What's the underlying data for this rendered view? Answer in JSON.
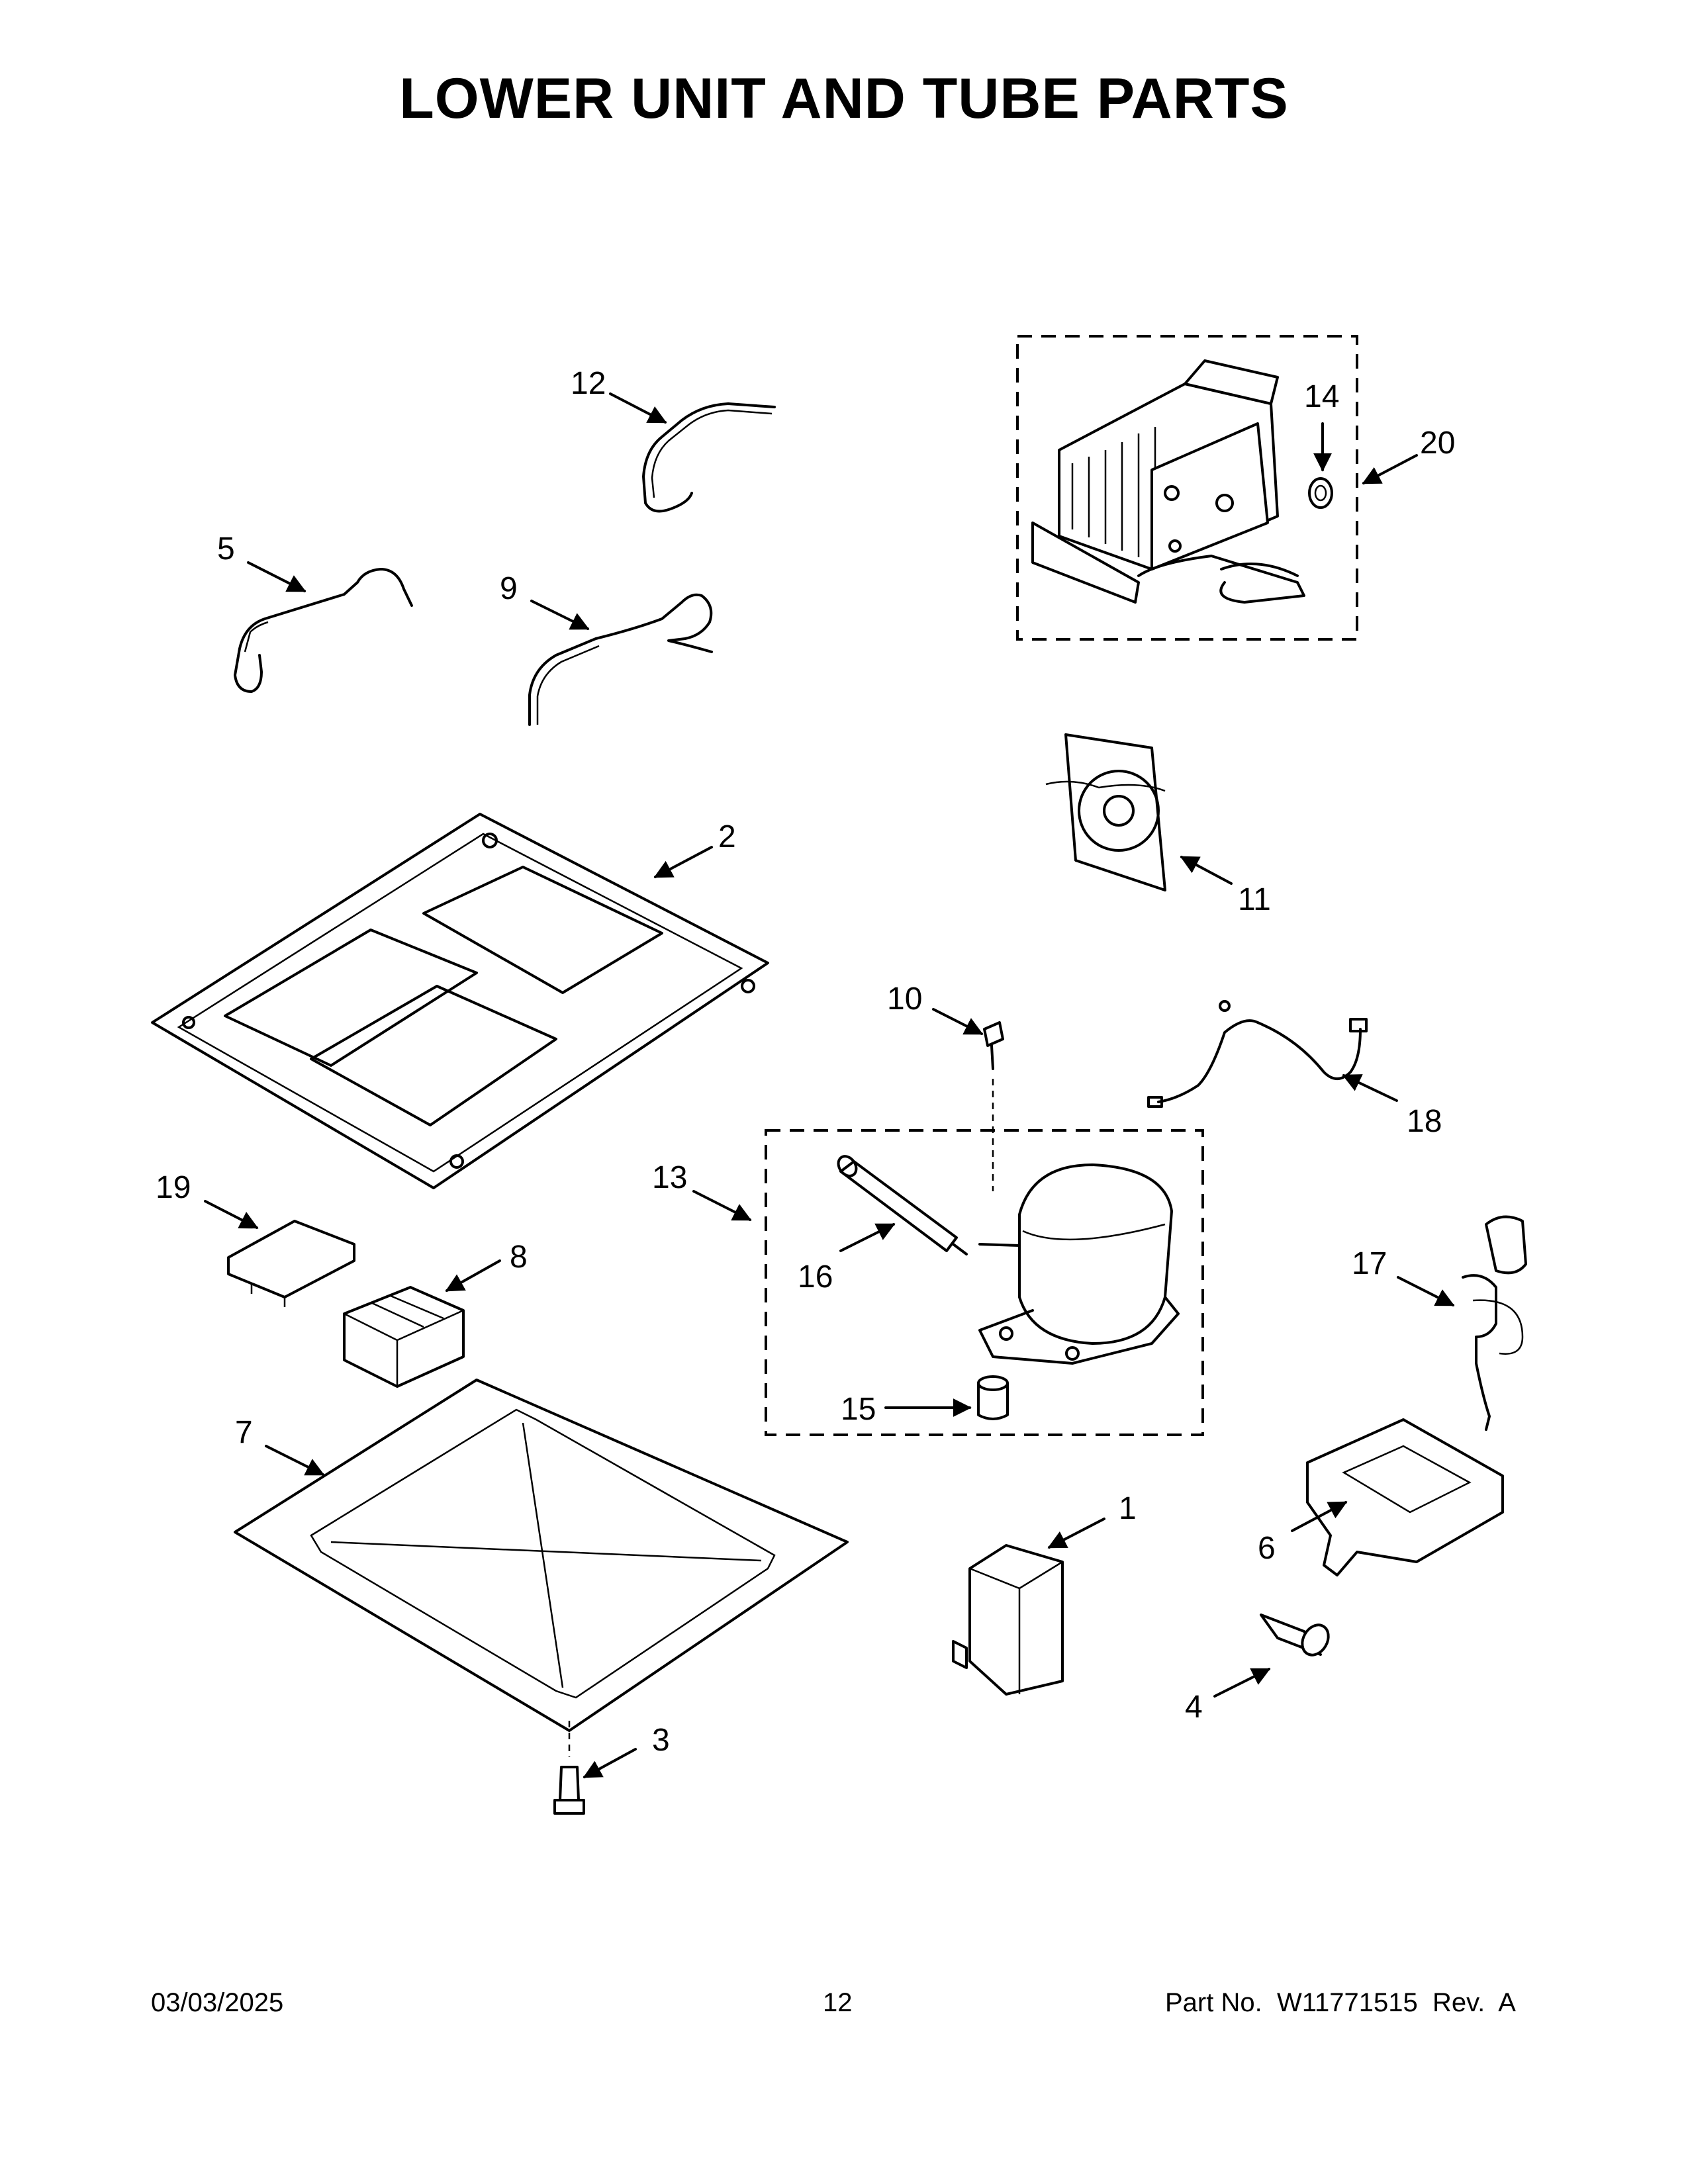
{
  "title": "LOWER UNIT AND TUBE PARTS",
  "callouts": [
    {
      "id": "12",
      "label": "12"
    },
    {
      "id": "5",
      "label": "5"
    },
    {
      "id": "9",
      "label": "9"
    },
    {
      "id": "14",
      "label": "14"
    },
    {
      "id": "20",
      "label": "20"
    },
    {
      "id": "2",
      "label": "2"
    },
    {
      "id": "11",
      "label": "11"
    },
    {
      "id": "10",
      "label": "10"
    },
    {
      "id": "18",
      "label": "18"
    },
    {
      "id": "19",
      "label": "19"
    },
    {
      "id": "8",
      "label": "8"
    },
    {
      "id": "13",
      "label": "13"
    },
    {
      "id": "16",
      "label": "16"
    },
    {
      "id": "17",
      "label": "17"
    },
    {
      "id": "15",
      "label": "15"
    },
    {
      "id": "7",
      "label": "7"
    },
    {
      "id": "1",
      "label": "1"
    },
    {
      "id": "6",
      "label": "6"
    },
    {
      "id": "4",
      "label": "4"
    },
    {
      "id": "3",
      "label": "3"
    }
  ],
  "footer": {
    "date": "03/03/2025",
    "page": "12",
    "part_label": "Part No.",
    "part_number": "W11771515",
    "rev_label": "Rev.",
    "rev": "A"
  }
}
